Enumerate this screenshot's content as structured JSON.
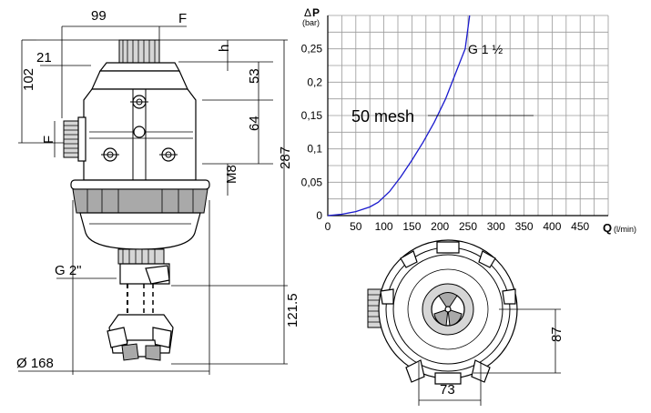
{
  "side_view": {
    "dims": {
      "d99": "99",
      "dF_top": "F",
      "d21": "21",
      "d102": "102",
      "dh": "h",
      "d53": "53",
      "d64": "64",
      "dF_left": "F",
      "dM8": "M8",
      "d287": "287",
      "dG2": "G 2\"",
      "d121_5": "121.5",
      "d168": "Ø 168"
    }
  },
  "bottom_view": {
    "dims": {
      "d87": "87",
      "d73": "73"
    }
  },
  "chart_data": {
    "type": "line",
    "title": "",
    "ylabel": "ΔP",
    "ylabel_unit": "(bar)",
    "xlabel": "Q",
    "xlabel_unit": "(l/min)",
    "xlim": [
      0,
      500
    ],
    "ylim": [
      0,
      0.3
    ],
    "xticks": [
      0,
      50,
      100,
      150,
      200,
      250,
      300,
      350,
      400,
      450,
      500
    ],
    "yticks": [
      0,
      0.05,
      0.1,
      0.15,
      0.2,
      0.25
    ],
    "ytick_labels": [
      "0",
      "0,05",
      "0,1",
      "0,15",
      "0,2",
      "0,25"
    ],
    "grid": true,
    "annotations": [
      "G 1 ½",
      "50 mesh"
    ],
    "series": [
      {
        "color": "#1a1acd",
        "x": [
          0,
          25,
          50,
          75,
          90,
          110,
          130,
          150,
          170,
          190,
          210,
          230,
          245
        ],
        "y": [
          0.0,
          0.002,
          0.006,
          0.013,
          0.02,
          0.036,
          0.058,
          0.083,
          0.11,
          0.14,
          0.175,
          0.218,
          0.25
        ]
      }
    ]
  }
}
